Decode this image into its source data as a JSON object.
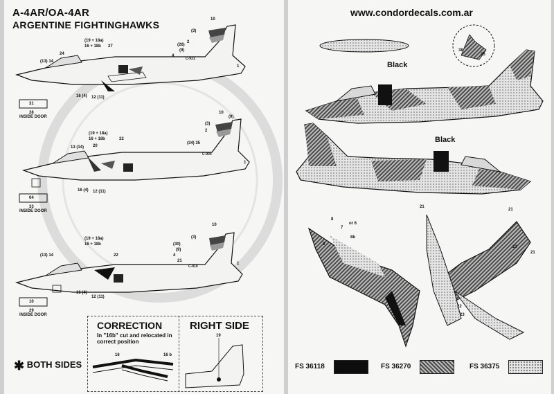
{
  "left_sheet": {
    "title_line1": "A-4AR/OA-4AR",
    "title_line2": "ARGENTINE FIGHTINGHAWKS",
    "profiles": [
      {
        "id": "profile-1",
        "callouts": [
          "10",
          "(19 + 18a)",
          "16 + 18b",
          "27",
          "(3)",
          "(13) 14",
          "24",
          "(26)",
          "(9)",
          "2",
          "4",
          "1",
          "16 (4)",
          "12 (11)"
        ],
        "tail_code": "C-931",
        "door_number": "31",
        "door_callout": "28",
        "door_caption": "INSIDE DOOR"
      },
      {
        "id": "profile-2",
        "callouts": [
          "10",
          "(19 + 18a)",
          "16 + 18b",
          "13 (14)",
          "20",
          "32",
          "(3)",
          "(34) 35",
          "(9)",
          "2",
          "1",
          "16 (4)",
          "12 (11)"
        ],
        "tail_code": "C-904",
        "door_number": "04",
        "door_callout": "33",
        "door_caption": "INSIDE DOOR"
      },
      {
        "id": "profile-3",
        "callouts": [
          "10",
          "(19 + 18a)",
          "16 + 18b",
          "(13) 14",
          "22",
          "(3)",
          "(30)",
          "(9)",
          "4",
          "21",
          "1",
          "16 (4)",
          "12 (11)"
        ],
        "tail_code": "C-910",
        "door_number": "10",
        "door_callout": "29",
        "door_caption": "INSIDE DOOR"
      }
    ],
    "correction": {
      "title": "CORRECTION",
      "text": "In \"16b\" cut and relocated in correct position",
      "label_left": "16",
      "label_right": "16 b"
    },
    "right_side": {
      "title": "RIGHT SIDE",
      "callout": "19"
    },
    "both_sides": {
      "label": "BOTH SIDES"
    }
  },
  "right_sheet": {
    "url": "www.condordecals.com.ar",
    "top_profile_label": "Black",
    "middle_profile_label": "Black",
    "detail_callouts": [
      "38",
      "25"
    ],
    "plan_callouts": {
      "top_view": [
        "8",
        "7",
        "or 6",
        "8b",
        "9"
      ],
      "bottom_view": [
        "21",
        "21",
        "23",
        "21",
        "22",
        "23"
      ]
    },
    "color_legend": [
      {
        "label": "FS 36118",
        "color": "#0d0d0d",
        "pattern": "solid"
      },
      {
        "label": "FS 36270",
        "color": "#4a4a4a",
        "pattern": "hatched"
      },
      {
        "label": "FS 36375",
        "color": "#e4e4e4",
        "pattern": "dotted"
      }
    ]
  }
}
